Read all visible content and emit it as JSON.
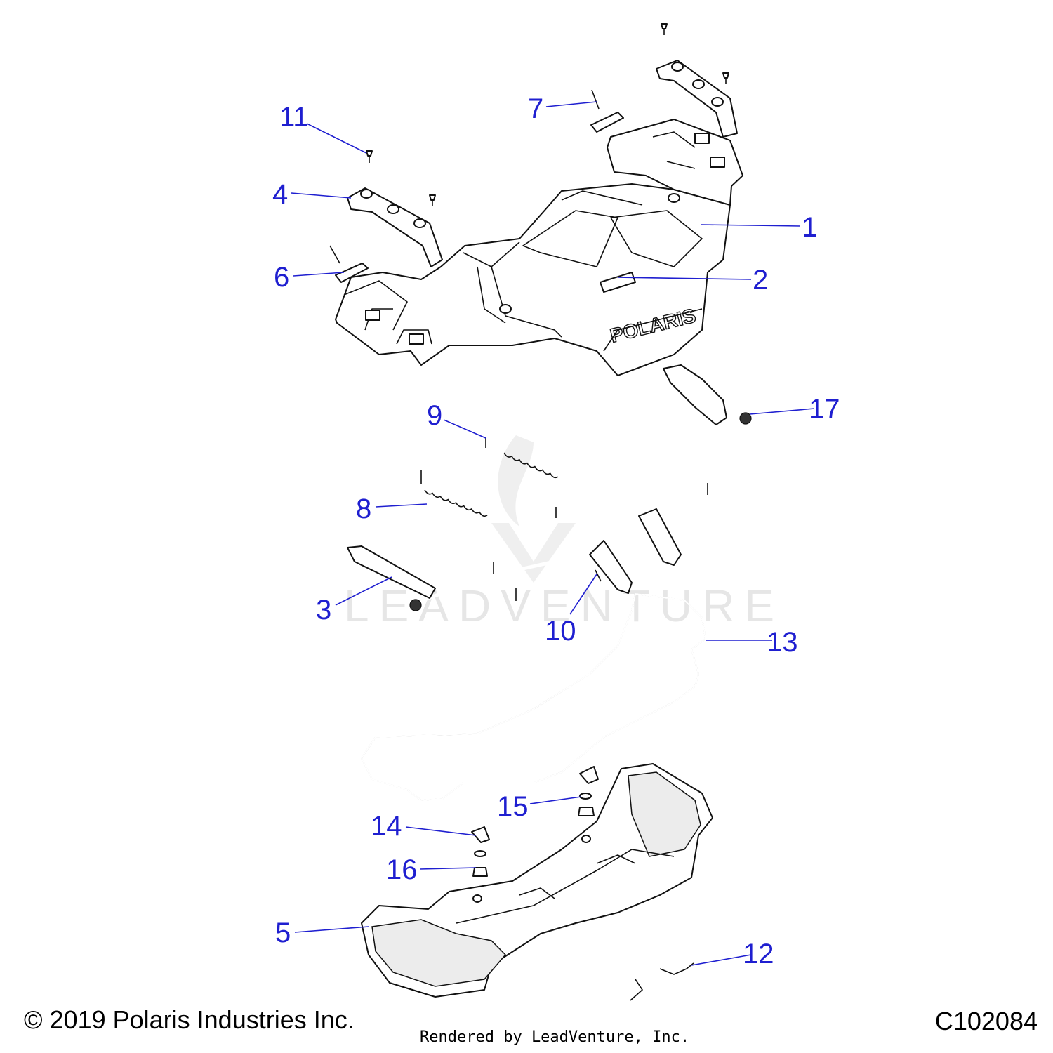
{
  "watermark": "LEADVENTURE",
  "brand_mark": "POLARIS",
  "callouts": [
    {
      "number": "1"
    },
    {
      "number": "2"
    },
    {
      "number": "3"
    },
    {
      "number": "4"
    },
    {
      "number": "5"
    },
    {
      "number": "6"
    },
    {
      "number": "7"
    },
    {
      "number": "8"
    },
    {
      "number": "9"
    },
    {
      "number": "10"
    },
    {
      "number": "11"
    },
    {
      "number": "12"
    },
    {
      "number": "13"
    },
    {
      "number": "14"
    },
    {
      "number": "15"
    },
    {
      "number": "16"
    },
    {
      "number": "17"
    }
  ],
  "footer": {
    "copyright": "© 2019 Polaris Industries Inc.",
    "rendered_by": "Rendered by LeadVenture, Inc.",
    "diagram_code": "C102084"
  },
  "colors": {
    "callout": "#1f1fd0",
    "line": "#111111"
  }
}
